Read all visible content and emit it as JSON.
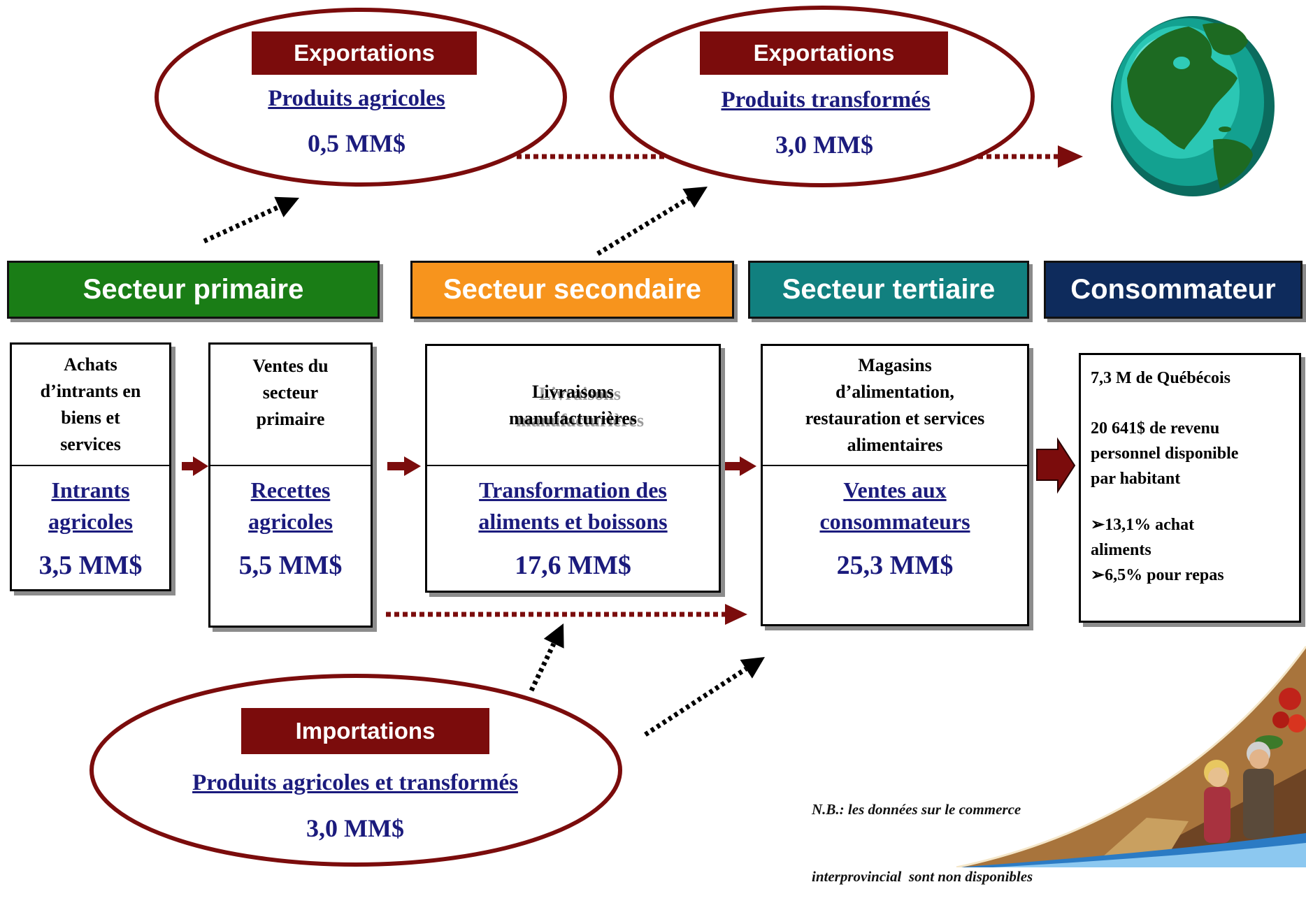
{
  "exports": [
    {
      "label": "Exportations",
      "product": "Produits agricoles",
      "value": "0,5 MM$"
    },
    {
      "label": "Exportations",
      "product": "Produits transformés",
      "value": "3,0 MM$"
    }
  ],
  "imports": {
    "label": "Importations",
    "product": "Produits agricoles et transformés",
    "value": "3,0 MM$"
  },
  "sectors": [
    {
      "label": "Secteur primaire",
      "color": "#1a7d16"
    },
    {
      "label": "Secteur secondaire",
      "color": "#f7941d"
    },
    {
      "label": "Secteur tertiaire",
      "color": "#11807f"
    },
    {
      "label": "Consommateur",
      "color": "#0e2b5c"
    }
  ],
  "boxes": [
    {
      "description": [
        "Achats",
        "d’intrants en",
        "biens et",
        "services"
      ],
      "title": [
        "Intrants",
        "agricoles"
      ],
      "value": "3,5 MM$"
    },
    {
      "description": [
        "Ventes du",
        "secteur",
        "primaire"
      ],
      "title": [
        "Recettes",
        "agricoles"
      ],
      "value": "5,5 MM$"
    },
    {
      "description": [
        "Livraisons",
        "manufacturières"
      ],
      "title": [
        "Transformation des",
        "aliments et boissons"
      ],
      "value": "17,6 MM$"
    },
    {
      "description": [
        "Magasins",
        "d’alimentation,",
        "restauration et services",
        "alimentaires"
      ],
      "title": [
        "Ventes aux",
        "consommateurs"
      ],
      "value": "25,3 MM$"
    }
  ],
  "consumer": {
    "population": "7,3 M de Québécois",
    "income": [
      "20 641$ de revenu",
      "personnel disponible",
      "par habitant"
    ],
    "spending": [
      "➢13,1% achat",
      "aliments",
      "➢6,5% pour repas"
    ]
  },
  "note": [
    "N.B.: les données sur le commerce",
    "interprovincial  sont non disponibles"
  ],
  "colors": {
    "flow_red": "#7b0c0c",
    "figure_navy": "#1b1b7d",
    "flow_black": "#000000"
  },
  "icons": {
    "world": "globe-icon",
    "photo": "food-photo-swoosh"
  }
}
